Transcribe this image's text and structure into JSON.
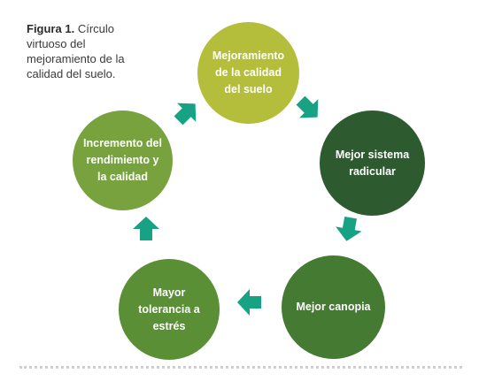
{
  "figure": {
    "label": "Figura 1.",
    "caption": "Círculo virtuoso del mejoramiento de la calidad del suelo."
  },
  "nodes": [
    {
      "text": "Mejoramiento de la calidad del suelo",
      "color": "#b5be3a"
    },
    {
      "text": "Mejor sistema radicular",
      "color": "#2d5a2e"
    },
    {
      "text": "Mejor canopia",
      "color": "#447a32"
    },
    {
      "text": "Mayor tolerancia a estrés",
      "color": "#5b8f35"
    },
    {
      "text": "Incremento del rendimiento y la calidad",
      "color": "#77a23e"
    }
  ],
  "arrow_color": "#17a383"
}
